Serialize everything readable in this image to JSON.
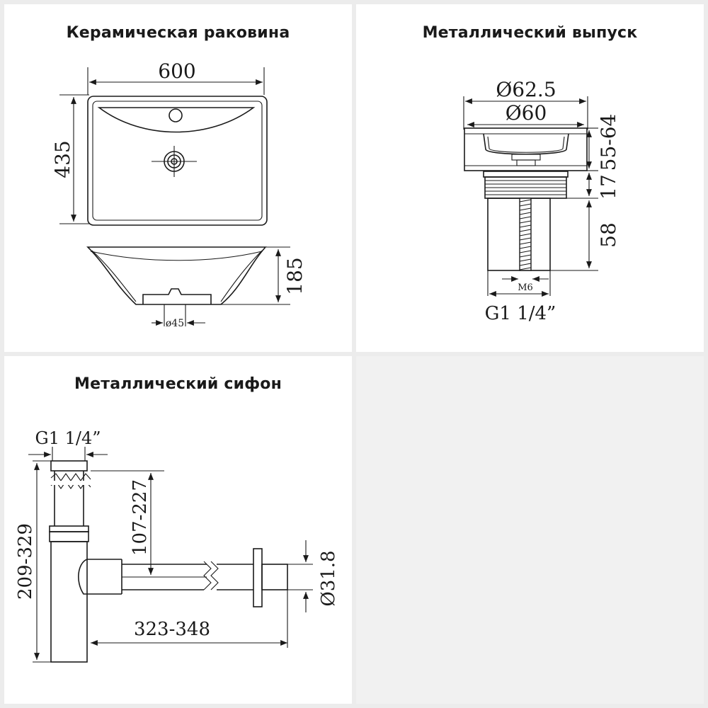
{
  "panels": {
    "sink": {
      "title": "Керамическая раковина",
      "dim_width": "600",
      "dim_depth": "435",
      "dim_height": "185",
      "dim_drain": "ø45"
    },
    "drain": {
      "title": "Металлический выпуск",
      "dim_outer": "Ø62.5",
      "dim_inner": "Ø60",
      "dim_range": "55-64",
      "dim_17": "17",
      "dim_58": "58",
      "dim_thread": "M6",
      "dim_connection": "G1 1/4”"
    },
    "siphon": {
      "title": "Металлический сифон",
      "dim_connection": "G1 1/4”",
      "dim_height": "209-329",
      "dim_drop": "107-227",
      "dim_outlet": "Ø31.8",
      "dim_length": "323-348"
    }
  },
  "colors": {
    "background": "#ececec",
    "panel": "#ffffff",
    "empty_panel": "#f1f1f1",
    "ink": "#1a1a1a"
  }
}
